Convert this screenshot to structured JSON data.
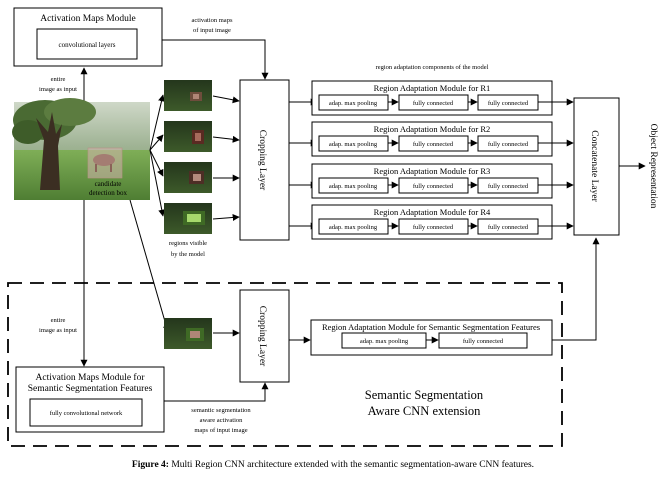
{
  "activation_module": {
    "title": "Activation Maps Module",
    "inner": "convolutional layers"
  },
  "labels": {
    "activation_maps_l1": "activation maps",
    "activation_maps_l2": "of input image",
    "entire_top_l1": "entire",
    "entire_top_l2": "image as input",
    "candidate_l1": "candidate",
    "candidate_l2": "detection box",
    "regions_visible_l1": "regions visible",
    "regions_visible_l2": "by the model",
    "region_adaptation_header": "region adaptation components of the model",
    "entire_bottom_l1": "entire",
    "entire_bottom_l2": "image as input",
    "seg_maps_l1": "semantic segmentation",
    "seg_maps_l2": "aware activation",
    "seg_maps_l3": "maps of input image",
    "object_representation": "Object Representation"
  },
  "cropping_layer": "Cropping Layer",
  "concatenate_layer": "Concatenate Layer",
  "region_modules": [
    {
      "title": "Region Adaptation Module for R1",
      "pool": "adap. max pooling",
      "fc1": "fully connected",
      "fc2": "fully connected"
    },
    {
      "title": "Region Adaptation Module for R2",
      "pool": "adap. max pooling",
      "fc1": "fully connected",
      "fc2": "fully connected"
    },
    {
      "title": "Region Adaptation Module for R3",
      "pool": "adap. max pooling",
      "fc1": "fully connected",
      "fc2": "fully connected"
    },
    {
      "title": "Region Adaptation Module for R4",
      "pool": "adap. max pooling",
      "fc1": "fully connected",
      "fc2": "fully connected"
    }
  ],
  "seg_region_module": {
    "title": "Region Adaptation Module for Semantic Segmentation Features",
    "pool": "adap. max pooling",
    "fc": "fully connected"
  },
  "seg_activation_module": {
    "title_l1": "Activation Maps Module for",
    "title_l2": "Semantic Segmentation Features",
    "inner": "fully convolutional network"
  },
  "extension_label": {
    "l1": "Semantic Segmentation",
    "l2": "Aware CNN extension"
  },
  "caption": {
    "prefix": "Figure 4:",
    "text": " Multi Region CNN architecture extended with the semantic segmentation-aware CNN features."
  }
}
